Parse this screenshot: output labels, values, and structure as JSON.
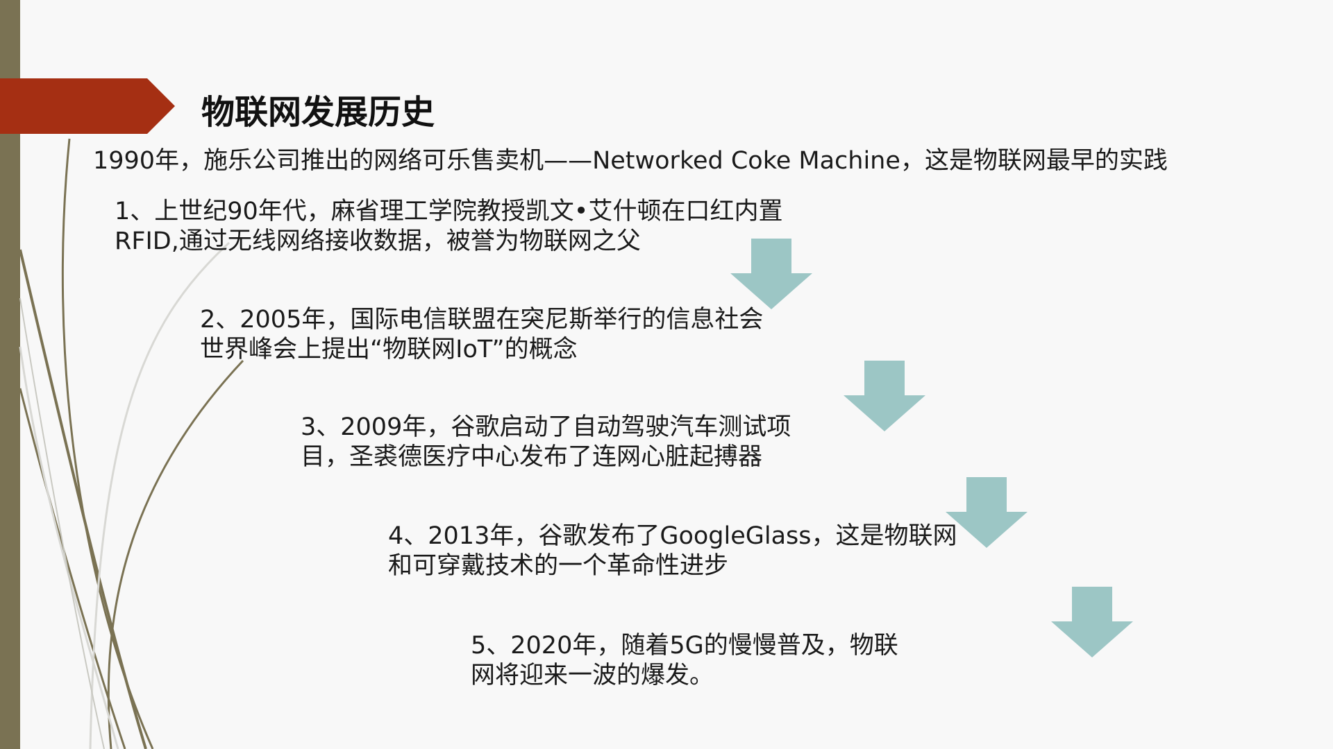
{
  "slide": {
    "title": "物联网发展历史",
    "intro": "1990年，施乐公司推出的网络可乐售卖机——Networked Coke Machine，这是物联网最早的实践",
    "milestones": [
      {
        "line1": "1、上世纪90年代，麻省理工学院教授凯文•艾什顿在口红内置",
        "line2": "RFID,通过无线网络接收数据，被誉为物联网之父"
      },
      {
        "line1": "2、2005年，国际电信联盟在突尼斯举行的信息社会",
        "line2": "世界峰会上提出“物联网IoT”的概念"
      },
      {
        "line1": "3、2009年，谷歌启动了自动驾驶汽车测试项",
        "line2": "目，圣裘德医疗中心发布了连网心脏起搏器"
      },
      {
        "line1": "4、2013年，谷歌发布了GoogleGlass，这是物联网",
        "line2": "和可穿戴技术的一个革命性进步"
      },
      {
        "line1": "5、2020年，随着5G的慢慢普及，物联",
        "line2": "网将迎来一波的爆发。"
      }
    ],
    "arrow_icon": "down-arrow-icon"
  },
  "colors": {
    "background": "#f8f8f8",
    "left_bar": "#7a7253",
    "title_banner": "#a52f13",
    "arrow": "#9cc6c5",
    "decor_line_dark": "#7a7253",
    "decor_line_light": "#d8d8d4"
  }
}
